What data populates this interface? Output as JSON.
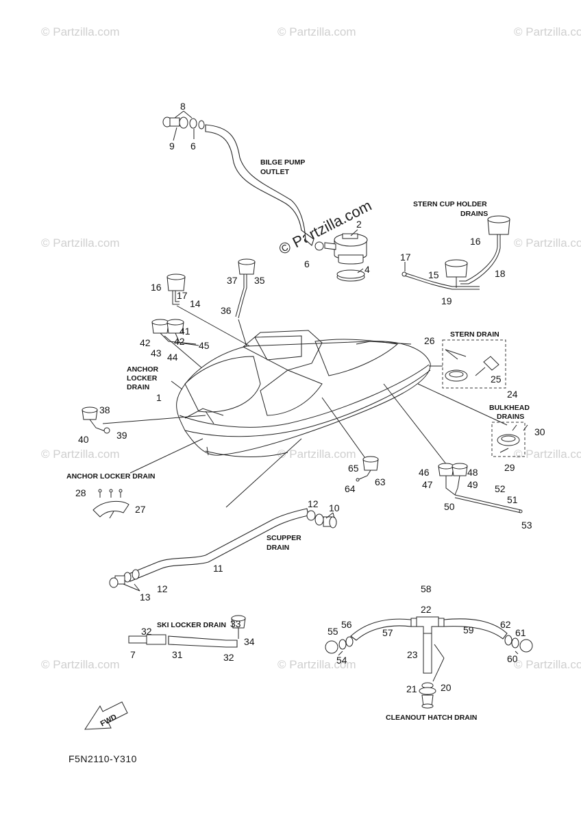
{
  "watermark": {
    "text": "© Partzilla.com",
    "center_text": "© Partzilla.com"
  },
  "diagram_code": "F5N2110-Y310",
  "fwd_badge": "FWD",
  "labels": {
    "bilge_pump_outlet_1": "BILGE PUMP",
    "bilge_pump_outlet_2": "OUTLET",
    "stern_cup_holder_1": "STERN CUP HOLDER",
    "stern_cup_holder_2": "DRAINS",
    "stern_drain": "STERN DRAIN",
    "anchor_locker_1": "ANCHOR",
    "anchor_locker_2": "LOCKER",
    "anchor_locker_3": "DRAIN",
    "bulkhead_drains_1": "BULKHEAD",
    "bulkhead_drains_2": "DRAINS",
    "anchor_locker_drain": "ANCHOR LOCKER DRAIN",
    "scupper_drain_1": "SCUPPER",
    "scupper_drain_2": "DRAIN",
    "ski_locker_drain": "SKI LOCKER DRAIN",
    "cleanout_hatch_drain": "CLEANOUT HATCH DRAIN"
  },
  "callouts": {
    "c1": "1",
    "c2": "2",
    "c4": "4",
    "c6a": "6",
    "c6b": "6",
    "c7": "7",
    "c8": "8",
    "c9": "9",
    "c10": "10",
    "c11": "11",
    "c12a": "12",
    "c12b": "12",
    "c13": "13",
    "c14": "14",
    "c15": "15",
    "c16a": "16",
    "c16b": "16",
    "c17a": "17",
    "c17b": "17",
    "c18": "18",
    "c19": "19",
    "c20": "20",
    "c21": "21",
    "c22": "22",
    "c23": "23",
    "c24": "24",
    "c25": "25",
    "c26": "26",
    "c27": "27",
    "c28": "28",
    "c29": "29",
    "c30": "30",
    "c31": "31",
    "c32a": "32",
    "c32b": "32",
    "c33": "33",
    "c34": "34",
    "c35": "35",
    "c36": "36",
    "c37": "37",
    "c38": "38",
    "c39": "39",
    "c40": "40",
    "c41": "41",
    "c42a": "42",
    "c42b": "42",
    "c43": "43",
    "c44": "44",
    "c45": "45",
    "c46": "46",
    "c47": "47",
    "c48": "48",
    "c49": "49",
    "c50": "50",
    "c51": "51",
    "c52": "52",
    "c53": "53",
    "c54": "54",
    "c55": "55",
    "c56": "56",
    "c57": "57",
    "c58": "58",
    "c59": "59",
    "c60": "60",
    "c61": "61",
    "c62": "62",
    "c63": "63",
    "c64": "64",
    "c65": "65"
  }
}
